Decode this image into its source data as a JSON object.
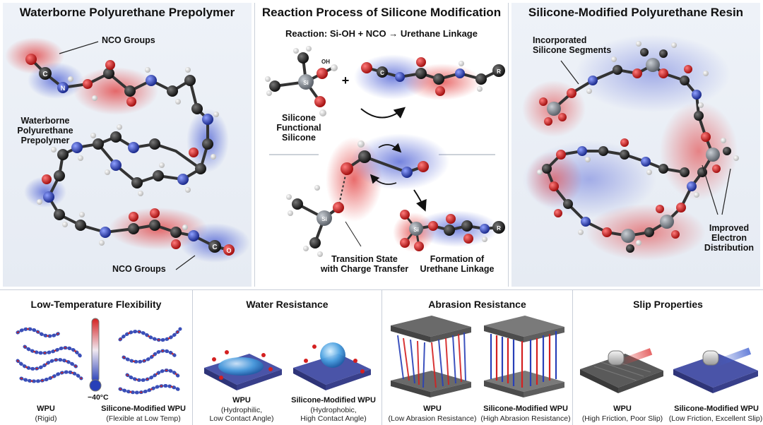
{
  "left_panel": {
    "title": "Waterborne Polyurethane Prepolymer",
    "nco_top": "NCO Groups",
    "center_label": "Waterborne\nPolyurethane\nPrepolymer",
    "nco_bottom": "NCO Groups"
  },
  "middle_panel": {
    "title": "Reaction Process of Silicone Modification",
    "reaction": "Reaction: Si-OH + NCO → Urethane Linkage",
    "plus": "+",
    "silicone_label": "Silicone\nFunctional\nSilicone",
    "transition_label": "Transition State\nwith Charge Transfer",
    "formation_label": "Formation of\nUrethane Linkage",
    "atoms": {
      "si": "Si",
      "oh": "OH",
      "o": "O",
      "c": "C",
      "n": "N",
      "h": "H",
      "r": "R"
    }
  },
  "right_panel": {
    "title": "Silicone-Modified Polyurethane Resin",
    "segments_label": "Incorporated\nSilicone Segments",
    "electron_label": "Improved\nElectron\nDistribution"
  },
  "bottom": {
    "flex": {
      "title": "Low-Temperature Flexibility",
      "temp": "−40°C",
      "a_main": "WPU",
      "a_sub": "(Rigid)",
      "b_main": "Silicone-Modified WPU",
      "b_sub": "(Flexible at Low Temp)"
    },
    "water": {
      "title": "Water Resistance",
      "a_main": "WPU",
      "a_sub": "(Hydrophilic,\nLow Contact Angle)",
      "b_main": "Silicone-Modified WPU",
      "b_sub": "(Hydrophobic,\nHigh Contact Angle)"
    },
    "abrasion": {
      "title": "Abrasion Resistance",
      "a_main": "WPU",
      "a_sub": "(Low Abrasion Resistance)",
      "b_main": "Silicone-Modified WPU",
      "b_sub": "(High Abrasion Resistance)"
    },
    "slip": {
      "title": "Slip Properties",
      "a_main": "WPU",
      "a_sub": "(High Friction, Poor Slip)",
      "b_main": "Silicone-Modified WPU",
      "b_sub": "(Low Friction, Excellent Slip)"
    }
  },
  "colors": {
    "carbon": "#2b2b2b",
    "oxygen": "#d42020",
    "nitrogen": "#2840b8",
    "hydrogen": "#f2f2f2",
    "silicon": "#8a8f96",
    "blue_surface": "#4a54a8",
    "red_glow": "#e04040"
  }
}
